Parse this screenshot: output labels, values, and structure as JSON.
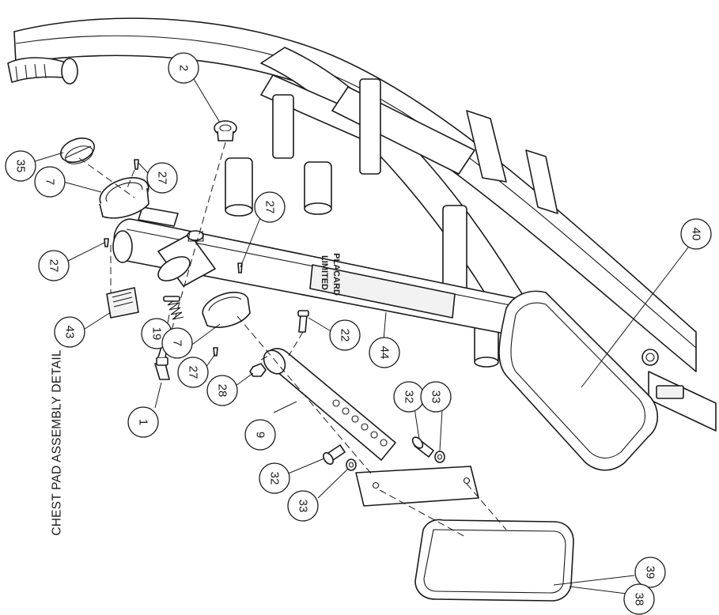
{
  "drawing": {
    "title": "CHEST PAD ASSEMBLY DETAIL",
    "frame_label_line1": "LIMITED",
    "frame_label_line2": "PLACARD"
  },
  "callouts": [
    {
      "id": "c-2",
      "number": "2"
    },
    {
      "id": "c-35",
      "number": "35"
    },
    {
      "id": "c-27a",
      "number": "27"
    },
    {
      "id": "c-7a",
      "number": "7"
    },
    {
      "id": "c-27b",
      "number": "27"
    },
    {
      "id": "c-27c",
      "number": "27"
    },
    {
      "id": "c-43",
      "number": "43"
    },
    {
      "id": "c-19",
      "number": "19"
    },
    {
      "id": "c-27d",
      "number": "27"
    },
    {
      "id": "c-7b",
      "number": "7"
    },
    {
      "id": "c-1",
      "number": "1"
    },
    {
      "id": "c-22",
      "number": "22"
    },
    {
      "id": "c-44",
      "number": "44"
    },
    {
      "id": "c-28",
      "number": "28"
    },
    {
      "id": "c-9",
      "number": "9"
    },
    {
      "id": "c-32a",
      "number": "32"
    },
    {
      "id": "c-33a",
      "number": "33"
    },
    {
      "id": "c-32b",
      "number": "32"
    },
    {
      "id": "c-33b",
      "number": "33"
    },
    {
      "id": "c-40",
      "number": "40"
    },
    {
      "id": "c-39",
      "number": "39"
    },
    {
      "id": "c-38",
      "number": "38"
    }
  ]
}
